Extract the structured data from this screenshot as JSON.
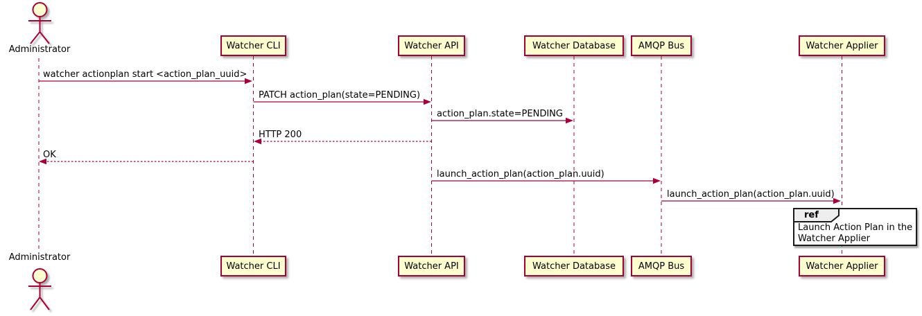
{
  "diagram": {
    "kind": "sequence-diagram",
    "actor": {
      "name": "Administrator"
    },
    "participants": [
      {
        "name": "Watcher CLI"
      },
      {
        "name": "Watcher API"
      },
      {
        "name": "Watcher Database"
      },
      {
        "name": "AMQP Bus"
      },
      {
        "name": "Watcher Applier"
      }
    ],
    "messages": [
      {
        "label": "watcher actionplan start <action_plan_uuid>",
        "from": "Administrator",
        "to": "Watcher CLI",
        "line": "solid"
      },
      {
        "label": "PATCH action_plan(state=PENDING)",
        "from": "Watcher CLI",
        "to": "Watcher API",
        "line": "solid"
      },
      {
        "label": "action_plan.state=PENDING",
        "from": "Watcher API",
        "to": "Watcher Database",
        "line": "solid"
      },
      {
        "label": "HTTP 200",
        "from": "Watcher API",
        "to": "Watcher CLI",
        "line": "dashed"
      },
      {
        "label": "OK",
        "from": "Watcher CLI",
        "to": "Administrator",
        "line": "dashed"
      },
      {
        "label": "launch_action_plan(action_plan.uuid)",
        "from": "Watcher API",
        "to": "AMQP Bus",
        "line": "solid"
      },
      {
        "label": "launch_action_plan(action_plan.uuid)",
        "from": "AMQP Bus",
        "to": "Watcher Applier",
        "line": "solid"
      }
    ],
    "ref": {
      "keyword": "ref",
      "text": "Launch Action Plan in the\nWatcher Applier"
    },
    "colors": {
      "participant_fill": "#FEFECE",
      "stroke": "#A80036",
      "text": "#000000",
      "ref_border": "#1a1a1a",
      "ref_tab_fill": "#EEEEEE",
      "background": "#FFFFFF"
    }
  }
}
